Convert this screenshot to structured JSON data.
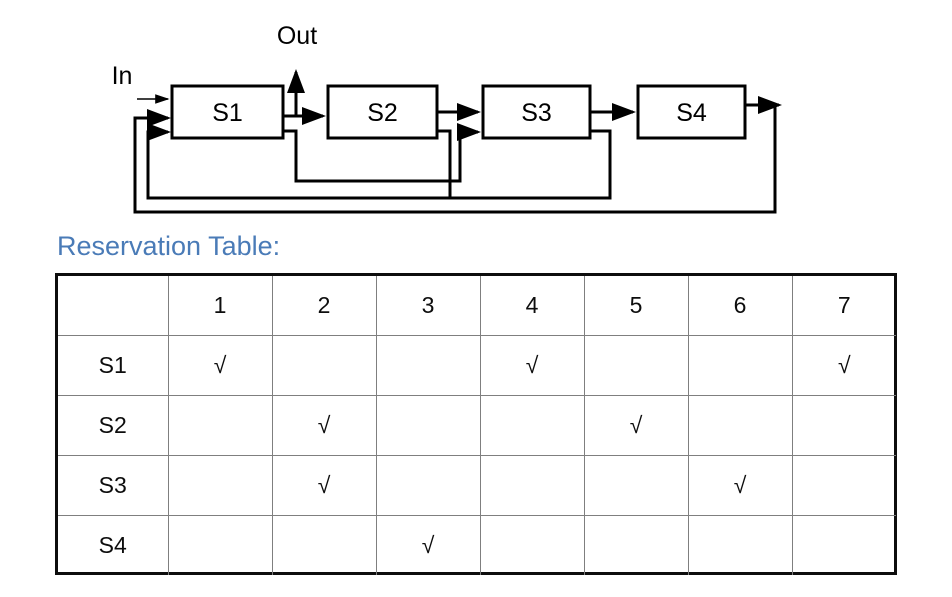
{
  "diagram": {
    "input_label": "In",
    "output_label": "Out",
    "stages": [
      {
        "id": "S1",
        "label": "S1"
      },
      {
        "id": "S2",
        "label": "S2"
      },
      {
        "id": "S3",
        "label": "S3"
      },
      {
        "id": "S4",
        "label": "S4"
      }
    ],
    "line_color": "#000000",
    "box_fill": "#ffffff"
  },
  "heading": {
    "text": "Reservation Table:",
    "color": "#4A7BB7"
  },
  "chart_data": {
    "type": "table",
    "title": "Reservation Table:",
    "corner_label": "",
    "categories": [
      "1",
      "2",
      "3",
      "4",
      "5",
      "6",
      "7"
    ],
    "xlabel": "",
    "ylabel": "",
    "mark": "√",
    "rows": [
      {
        "name": "S1",
        "cells": [
          "√",
          "",
          "",
          "√",
          "",
          "",
          "√"
        ]
      },
      {
        "name": "S2",
        "cells": [
          "",
          "√",
          "",
          "",
          "√",
          "",
          ""
        ]
      },
      {
        "name": "S3",
        "cells": [
          "",
          "√",
          "",
          "",
          "",
          "√",
          ""
        ]
      },
      {
        "name": "S4",
        "cells": [
          "",
          "",
          "√",
          "",
          "",
          "",
          ""
        ]
      }
    ]
  }
}
